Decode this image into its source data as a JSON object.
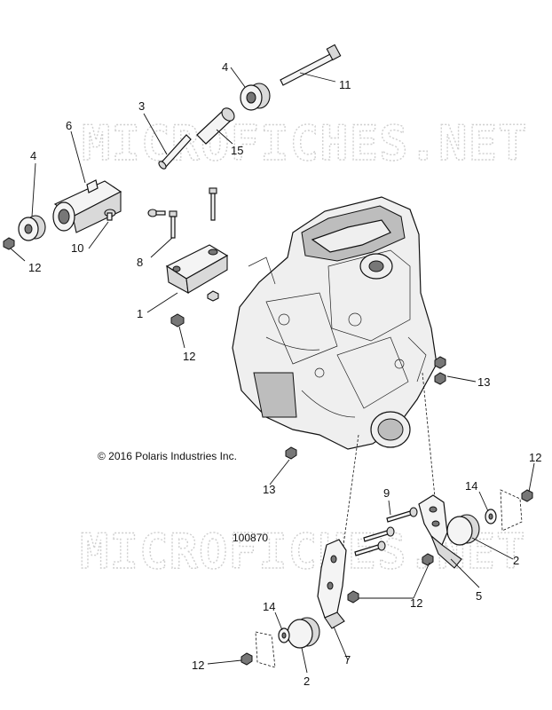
{
  "watermark": {
    "text_top": "MICROFICHES.NET",
    "text_bottom": "MICROFICHES.NET"
  },
  "copyright": "© 2016 Polaris Industries Inc.",
  "figure_number": "100870",
  "callouts": {
    "c1": "1",
    "c2a": "2",
    "c2b": "2",
    "c3": "3",
    "c4a": "4",
    "c4b": "4",
    "c5": "5",
    "c6": "6",
    "c7": "7",
    "c8": "8",
    "c9": "9",
    "c10": "10",
    "c11": "11",
    "c12a": "12",
    "c12b": "12",
    "c12c": "12",
    "c12d": "12",
    "c12e": "12",
    "c13a": "13",
    "c13b": "13",
    "c14a": "14",
    "c14b": "14",
    "c15": "15"
  }
}
